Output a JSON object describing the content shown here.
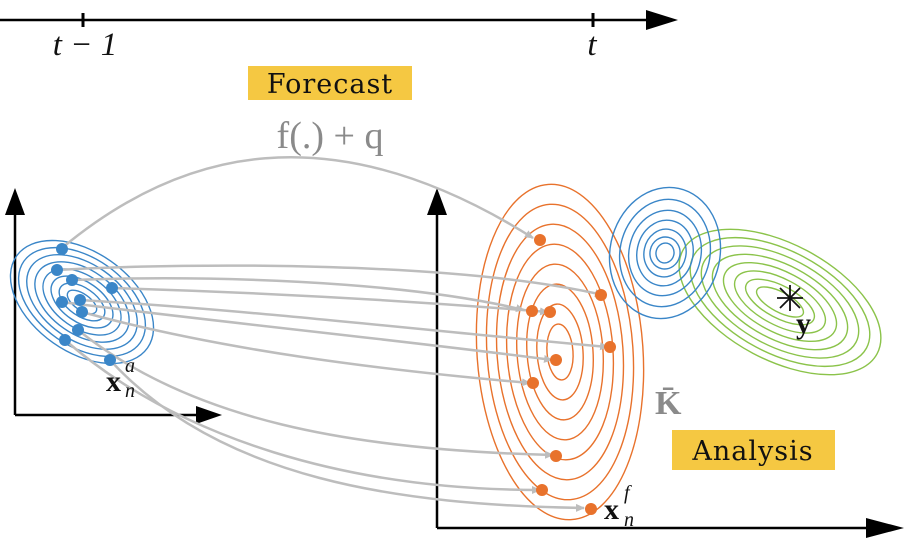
{
  "timeline": {
    "label_prev": "t − 1",
    "label_curr": "t"
  },
  "forecast": {
    "label": "Forecast",
    "operator": "f(.) + q",
    "highlight_color": "#f5c842"
  },
  "analysis": {
    "label": "Analysis",
    "gain": "K̄",
    "highlight_color": "#f5c842"
  },
  "points": {
    "analysis_state": "x",
    "analysis_sub": "n",
    "analysis_sup": "a",
    "forecast_state": "x",
    "forecast_sub": "n",
    "forecast_sup": "f",
    "observation": "y"
  },
  "colors": {
    "analysis_ensemble": "#3a86c8",
    "forecast_ensemble": "#e8722c",
    "observation_contours": "#8bc34a",
    "arrows": "#bdbdbd",
    "axes": "#000000"
  }
}
